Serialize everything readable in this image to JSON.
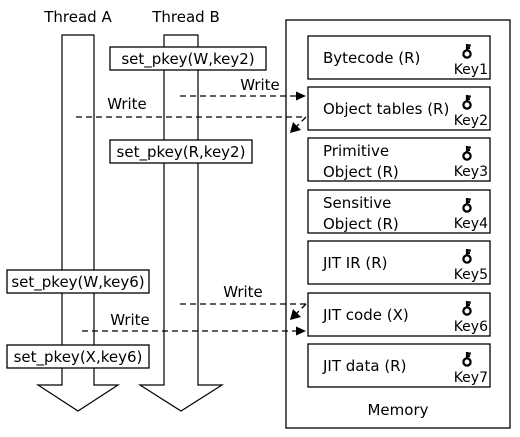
{
  "threads": {
    "a_label": "Thread A",
    "b_label": "Thread B"
  },
  "calls": {
    "b1": "set_pkey(W,key2)",
    "b2": "set_pkey(R,key2)",
    "a1": "set_pkey(W,key6)",
    "a2": "set_pkey(X,key6)"
  },
  "memory": {
    "label": "Memory",
    "key_icon": "key-icon",
    "regions": [
      {
        "lines": [
          "Bytecode (R)"
        ],
        "key": "Key1"
      },
      {
        "lines": [
          "Object tables (R)"
        ],
        "key": "Key2"
      },
      {
        "lines": [
          "Primitive",
          "Object (R)"
        ],
        "key": "Key3"
      },
      {
        "lines": [
          "Sensitive",
          "Object (R)"
        ],
        "key": "Key4"
      },
      {
        "lines": [
          "JIT IR (R)"
        ],
        "key": "Key5"
      },
      {
        "lines": [
          "JIT code (X)"
        ],
        "key": "Key6"
      },
      {
        "lines": [
          "JIT data (R)"
        ],
        "key": "Key7"
      }
    ]
  },
  "arrows": {
    "write_label": "Write"
  }
}
